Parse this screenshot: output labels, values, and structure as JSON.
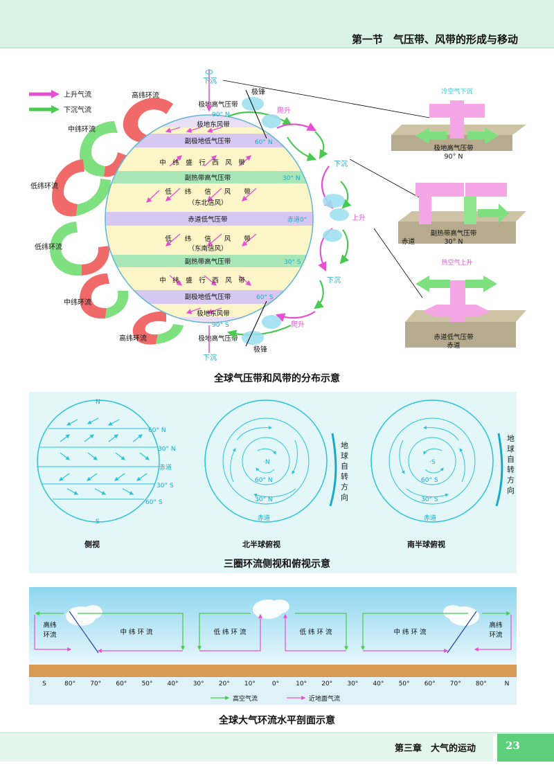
{
  "header": {
    "section_title": "第一节　气压带、风带的形成与移动"
  },
  "figure1": {
    "legend": {
      "up": "上升气流",
      "down": "下沉气流"
    },
    "cells_left": {
      "high1": "高纬环流",
      "mid1": "中纬环流",
      "low1": "低纬环流",
      "low2": "低纬环流",
      "mid2": "中纬环流",
      "high2": "高纬环流"
    },
    "bands": [
      "极地高气压带",
      "极地东风带",
      "副极地低气压带",
      "中　纬　盛　行　西　风　带",
      "副热带高气压带",
      "低　　纬　　信　　风　　带",
      "（东北信风）",
      "赤道低气压带",
      "低　　纬　　信　　风　　带",
      "（东南信风）",
      "副热带高气压带",
      "中　纬　盛　行　西　风　带",
      "副极地低气压带",
      "极地东风带",
      "极地高气压带"
    ],
    "lat_labels": {
      "n90": "90° N",
      "n60": "60° N",
      "n30": "30° N",
      "eq": "赤道0°",
      "s30": "30° S",
      "s60": "60° S",
      "s90": "90° S"
    },
    "right_labels": {
      "sink_top": "下沉",
      "front_top": "极锋",
      "climb_top": "爬升",
      "sink_n30": "下沉",
      "rise_eq": "上升",
      "sink_s30": "下沉",
      "climb_bot": "爬升",
      "front_bot": "极锋",
      "sink_bot": "下沉"
    },
    "insets": {
      "i1": {
        "vertical": "冷空气下沉",
        "name": "极地高气压带",
        "lat": "90° N"
      },
      "i2": {
        "name": "副热带高气压带",
        "lat": "30° N",
        "eq": "赤道"
      },
      "i3": {
        "vertical": "热空气上升",
        "name": "赤道低气压带",
        "lat": "赤道"
      }
    },
    "caption": "全球气压带和风带的分布示意"
  },
  "figure2": {
    "side": {
      "n": "N",
      "s": "S",
      "n60": "60° N",
      "n30": "30° N",
      "eq": "赤道",
      "s30": "30° S",
      "s60": "60° S"
    },
    "north": {
      "pole": "·N",
      "l60": "60° N",
      "l30": "30° N",
      "eq": "赤道"
    },
    "south": {
      "pole": "·S",
      "l60": "60° S",
      "l30": "30° S",
      "eq": "赤道"
    },
    "rotation": "地球自转方向",
    "labels": {
      "side": "侧视",
      "north": "北半球俯视",
      "south": "南半球俯视"
    },
    "caption": "三圈环流侧视和俯视示意"
  },
  "figure3": {
    "cells": [
      "高纬\n环流",
      "中 纬 环 流",
      "低 纬 环 流",
      "低 纬 环 流",
      "中 纬 环 流",
      "高纬\n环流"
    ],
    "axis": [
      "S",
      "80°",
      "70°",
      "60°",
      "50°",
      "40°",
      "30°",
      "20°",
      "10°",
      "0°",
      "10°",
      "20°",
      "30°",
      "40°",
      "50°",
      "60°",
      "70°",
      "80°",
      "N"
    ],
    "legend": {
      "upper": "高空气流",
      "surface": "近地面气流"
    },
    "caption": "全球大气环流水平剖面示意"
  },
  "footer": {
    "chapter": "第三章　大气的运动",
    "page": "23"
  },
  "colors": {
    "up": "#e64fd2",
    "down": "#49c94f",
    "band_purple": "#d6c8f0",
    "band_green": "#a8e6b8",
    "band_yellow": "#fbf5c8",
    "panel": "#e3f6f8",
    "cyan": "#29c3d8"
  }
}
